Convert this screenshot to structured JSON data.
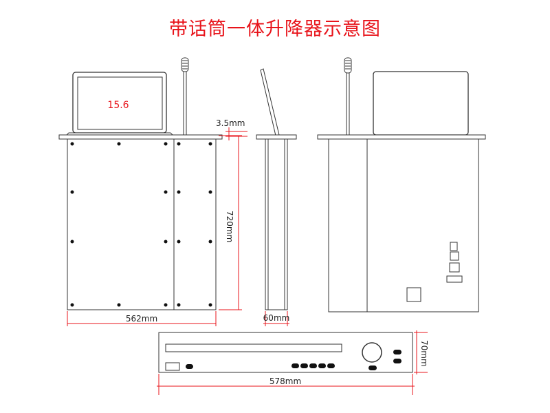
{
  "title": "带话筒一体升降器示意图",
  "labels": {
    "screen_size": "15.6",
    "panel_thickness": "3.5mm",
    "height": "720mm",
    "width": "562mm",
    "depth": "60mm",
    "host_height": "70mm",
    "host_width": "578mm"
  },
  "colors": {
    "title": "#e8141b",
    "dimension": "#e8141b",
    "outline": "#333333",
    "dim_text": "#222222"
  }
}
